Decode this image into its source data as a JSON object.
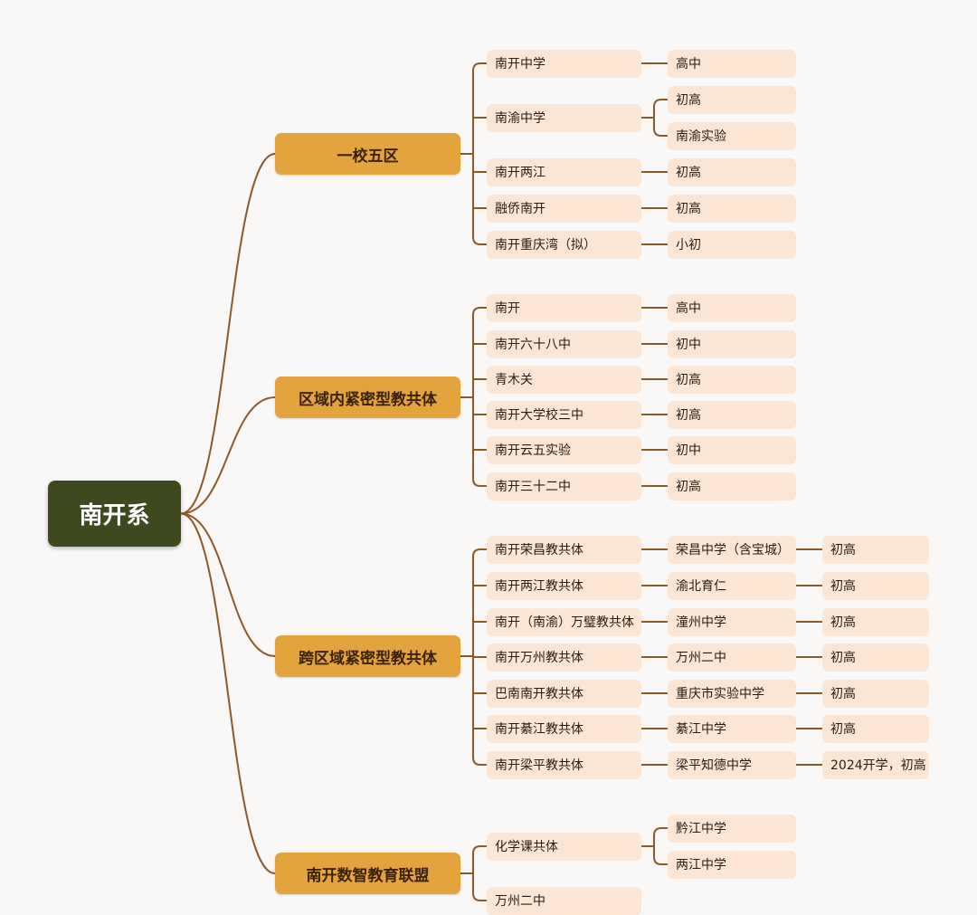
{
  "mindmap": {
    "root": "南开系",
    "branches": [
      {
        "label": "一校五区",
        "items": [
          {
            "label": "南开中学",
            "children": [
              {
                "label": "高中"
              }
            ]
          },
          {
            "label": "南渝中学",
            "children": [
              {
                "label": "初高"
              },
              {
                "label": "南渝实验"
              }
            ]
          },
          {
            "label": "南开两江",
            "children": [
              {
                "label": "初高"
              }
            ]
          },
          {
            "label": "融侨南开",
            "children": [
              {
                "label": "初高"
              }
            ]
          },
          {
            "label": "南开重庆湾（拟）",
            "children": [
              {
                "label": "小初"
              }
            ]
          }
        ]
      },
      {
        "label": "区域内紧密型教共体",
        "items": [
          {
            "label": "南开",
            "children": [
              {
                "label": "高中"
              }
            ]
          },
          {
            "label": "南开六十八中",
            "children": [
              {
                "label": "初中"
              }
            ]
          },
          {
            "label": "青木关",
            "children": [
              {
                "label": "初高"
              }
            ]
          },
          {
            "label": "南开大学校三中",
            "children": [
              {
                "label": "初高"
              }
            ]
          },
          {
            "label": "南开云五实验",
            "children": [
              {
                "label": "初中"
              }
            ]
          },
          {
            "label": "南开三十二中",
            "children": [
              {
                "label": "初高"
              }
            ]
          }
        ]
      },
      {
        "label": "跨区域紧密型教共体",
        "items": [
          {
            "label": "南开荣昌教共体",
            "children": [
              {
                "label": "荣昌中学（含宝城）",
                "children": [
                  {
                    "label": "初高"
                  }
                ]
              }
            ]
          },
          {
            "label": "南开两江教共体",
            "children": [
              {
                "label": "渝北育仁",
                "children": [
                  {
                    "label": "初高"
                  }
                ]
              }
            ]
          },
          {
            "label": "南开（南渝）万璧教共体",
            "children": [
              {
                "label": "潼州中学",
                "children": [
                  {
                    "label": "初高"
                  }
                ]
              }
            ]
          },
          {
            "label": "南开万州教共体",
            "children": [
              {
                "label": "万州二中",
                "children": [
                  {
                    "label": "初高"
                  }
                ]
              }
            ]
          },
          {
            "label": "巴南南开教共体",
            "children": [
              {
                "label": "重庆市实验中学",
                "children": [
                  {
                    "label": "初高"
                  }
                ]
              }
            ]
          },
          {
            "label": "南开綦江教共体",
            "children": [
              {
                "label": "綦江中学",
                "children": [
                  {
                    "label": "初高"
                  }
                ]
              }
            ]
          },
          {
            "label": "南开梁平教共体",
            "children": [
              {
                "label": "梁平知德中学",
                "children": [
                  {
                    "label": "2024开学，初高"
                  }
                ]
              }
            ]
          }
        ]
      },
      {
        "label": "南开数智教育联盟",
        "items": [
          {
            "label": "化学课共体",
            "children": [
              {
                "label": "黔江中学"
              },
              {
                "label": "两江中学"
              }
            ]
          },
          {
            "label": "万州二中"
          }
        ]
      }
    ]
  },
  "colors": {
    "root_fill": "#3e4a1e",
    "branch_fill": "#e3a43e",
    "leaf_fill": "#fbe6d6",
    "connector": "#8a5a2b",
    "background": "#faf8f6"
  }
}
